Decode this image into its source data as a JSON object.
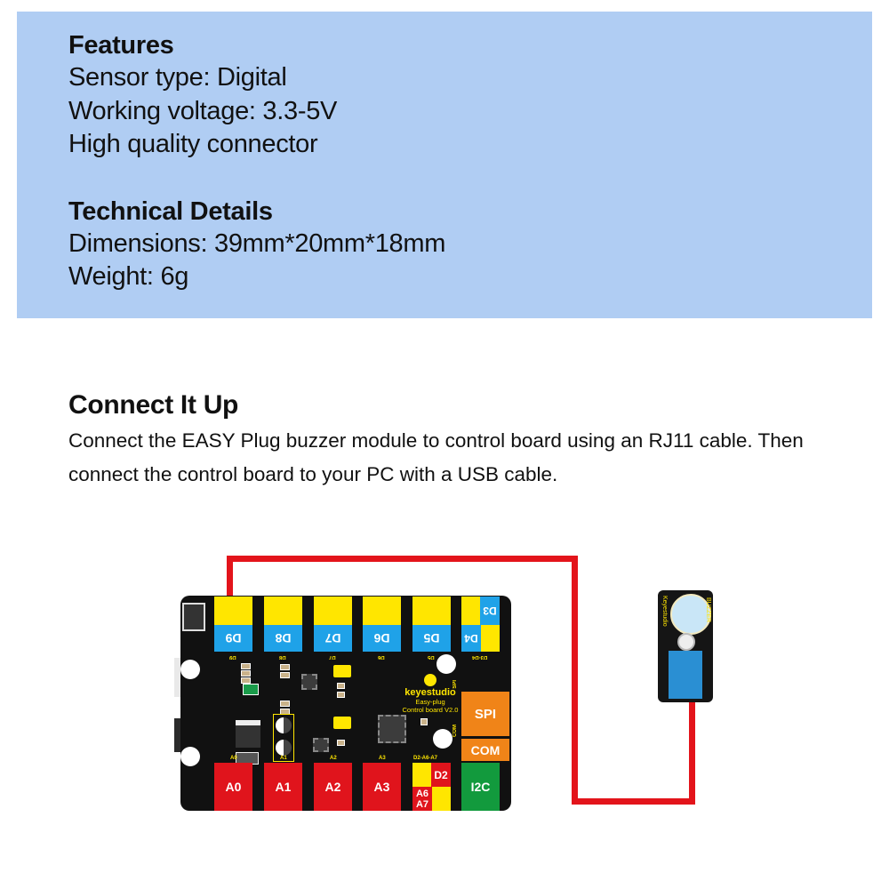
{
  "features": {
    "heading": "Features",
    "lines": [
      "Sensor type: Digital",
      "Working voltage: 3.3-5V",
      "High quality connector"
    ]
  },
  "technical": {
    "heading": "Technical Details",
    "lines": [
      "Dimensions: 39mm*20mm*18mm",
      "Weight: 6g"
    ]
  },
  "connect": {
    "heading": "Connect It Up",
    "paragraph": "Connect the EASY Plug buzzer module to control board using an RJ11 cable. Then connect the control board to your PC with a USB cable."
  },
  "board": {
    "brand": "keyestudio",
    "subtitle1": "Easy-plug",
    "subtitle2": "Control board V2.0",
    "top_ports": [
      "D9",
      "D8",
      "D7",
      "D6",
      "D5"
    ],
    "top_pin_labels": [
      "D9",
      "D8",
      "D7",
      "D6",
      "D5",
      "D3-D4"
    ],
    "d3d4": {
      "a": "D3",
      "b": "D4"
    },
    "bottom_ports": [
      "A0",
      "A1",
      "A2",
      "A3"
    ],
    "bottom_pin_labels": [
      "A0",
      "A1",
      "A2",
      "A3",
      "D2-A6-A7"
    ],
    "d2a6a7": {
      "a": "D2",
      "b": "A6",
      "c": "A7"
    },
    "i2c": "I2C",
    "spi": "SPI",
    "com": "COM",
    "spi_side": "SPI",
    "com_side": "COM"
  },
  "buzzer": {
    "brand": "Keyestudio",
    "label": "BUZZER"
  },
  "colors": {
    "spec_bg": "#b0cdf3",
    "wire": "#e3141b",
    "port_yellow": "#ffe600",
    "port_blue": "#1fa2e8",
    "port_red": "#e0141c",
    "port_orange": "#f08418",
    "port_green": "#129a3d"
  }
}
